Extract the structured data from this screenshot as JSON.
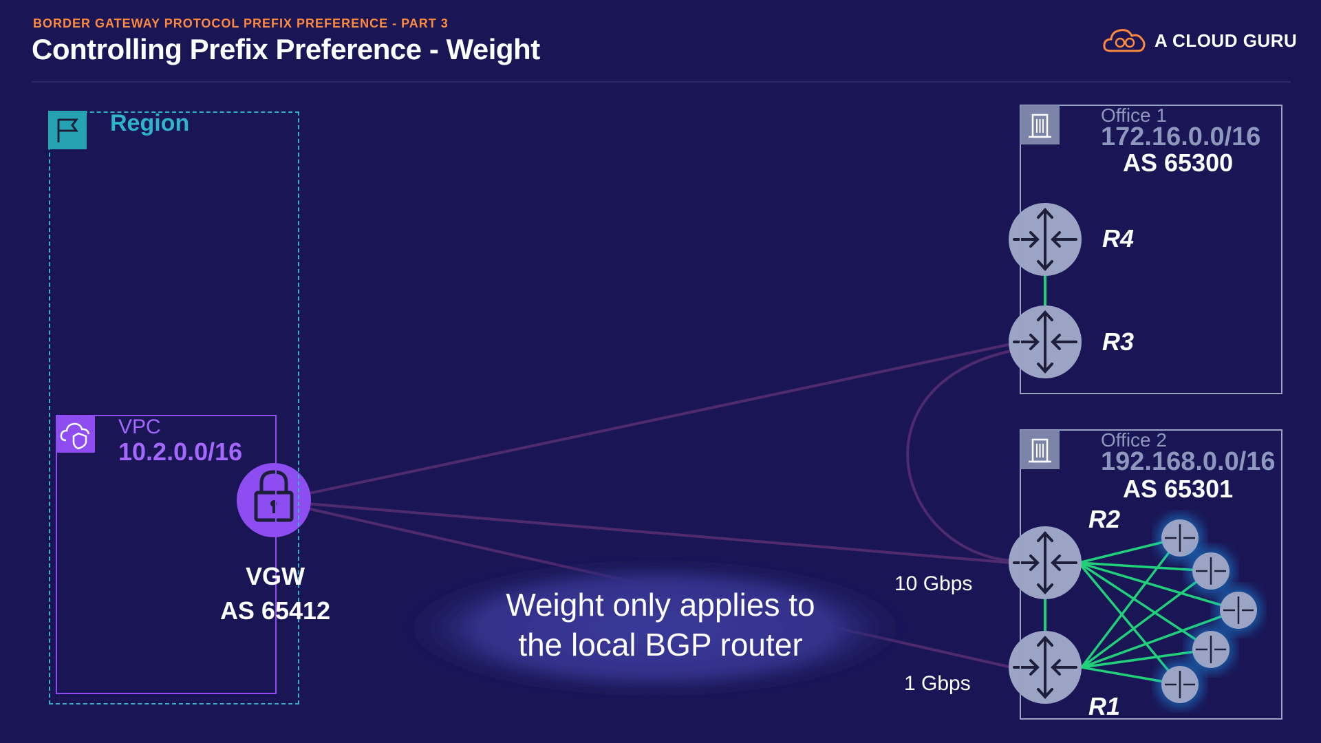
{
  "header": {
    "subtitle": "BORDER GATEWAY PROTOCOL PREFIX PREFERENCE - PART 3",
    "title": "Controlling Prefix Preference - Weight",
    "brand": "A CLOUD GURU",
    "brand_icon": "cloud-logo-icon"
  },
  "region": {
    "label": "Region",
    "icon": "flag-icon",
    "color": "#26a3b3"
  },
  "vpc": {
    "label": "VPC",
    "cidr": "10.2.0.0/16",
    "icon": "cloud-shield-icon",
    "color": "#8d4df0"
  },
  "vgw": {
    "label": "VGW",
    "as": "AS 65412",
    "icon": "lock-icon"
  },
  "office1": {
    "name": "Office 1",
    "cidr": "172.16.0.0/16",
    "as": "AS 65300",
    "icon": "building-icon"
  },
  "office2": {
    "name": "Office 2",
    "cidr": "192.168.0.0/16",
    "as": "AS 65301",
    "icon": "building-icon"
  },
  "routers": {
    "r1": "R1",
    "r2": "R2",
    "r3": "R3",
    "r4": "R4"
  },
  "links": {
    "r2_bandwidth": "10 Gbps",
    "r1_bandwidth": "1 Gbps"
  },
  "callout": {
    "line1": "Weight only applies to",
    "line2": "the local BGP router"
  },
  "colors": {
    "background": "#1a1656",
    "accent": "#ff8a3d",
    "link_green": "#21d07a",
    "link_purple": "#4e2a6e",
    "router": "#9ba4c4"
  }
}
